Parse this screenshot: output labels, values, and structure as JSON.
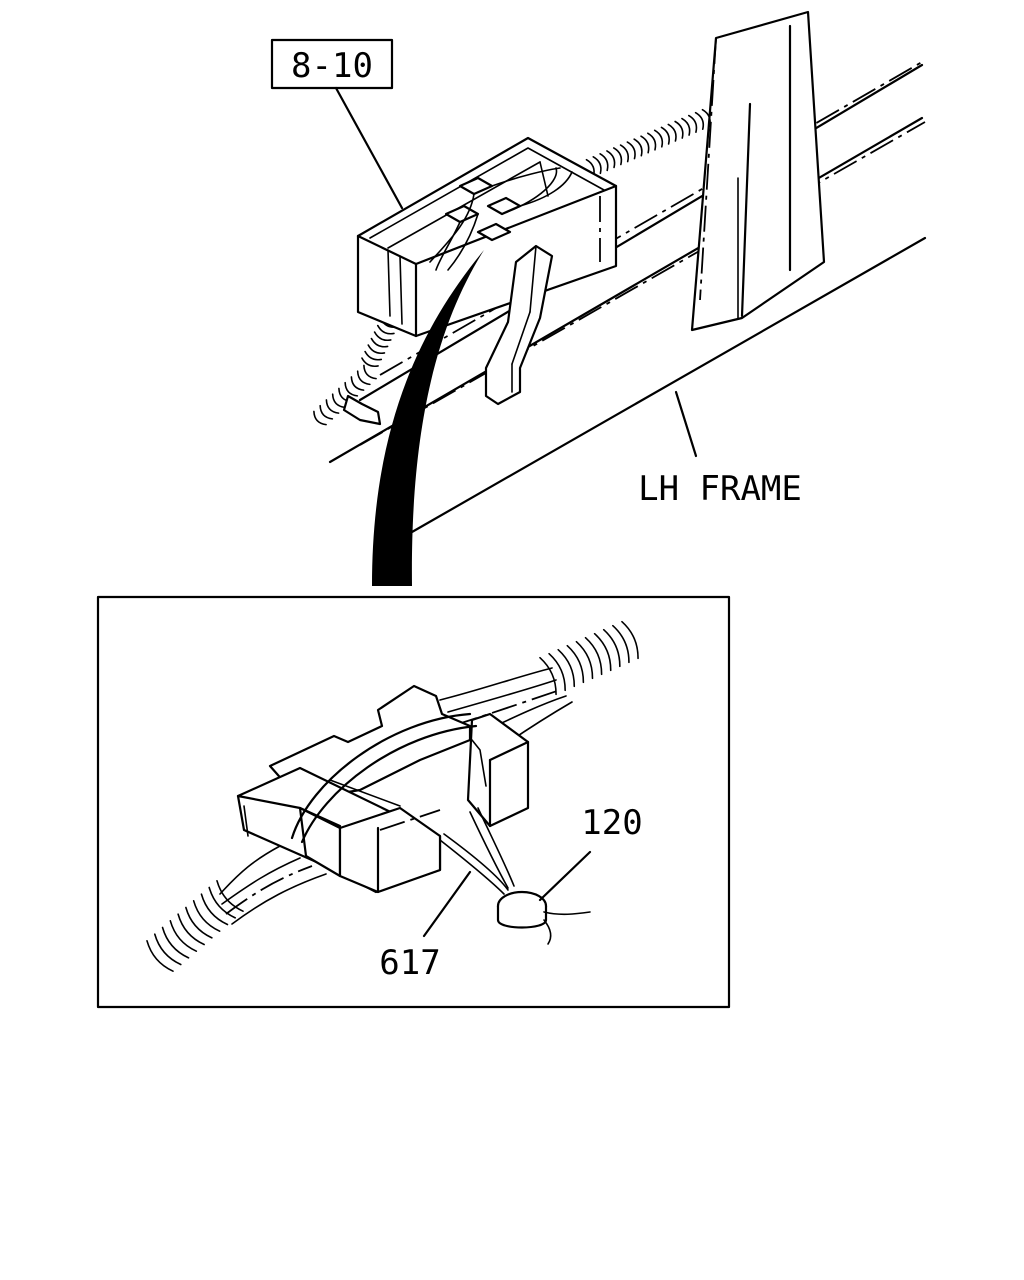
{
  "labels": {
    "ref_box": "8-10",
    "frame": "LH FRAME",
    "part_120": "120",
    "part_617": "617"
  },
  "colors": {
    "line": "#000000",
    "background": "#ffffff"
  }
}
